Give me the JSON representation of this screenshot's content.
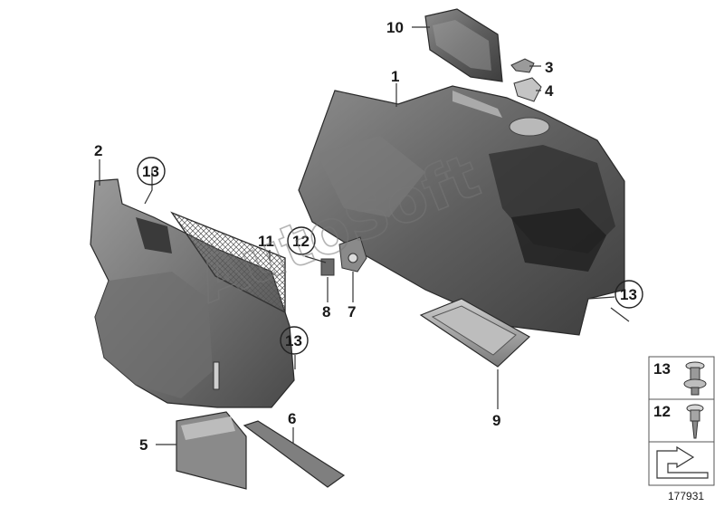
{
  "diagram": {
    "watermark": "AutoSoft",
    "drawing_number": "177931",
    "callouts": [
      {
        "id": "c1",
        "label": "1"
      },
      {
        "id": "c2",
        "label": "2"
      },
      {
        "id": "c3",
        "label": "3"
      },
      {
        "id": "c4",
        "label": "4"
      },
      {
        "id": "c5",
        "label": "5"
      },
      {
        "id": "c6",
        "label": "6"
      },
      {
        "id": "c7",
        "label": "7"
      },
      {
        "id": "c8",
        "label": "8"
      },
      {
        "id": "c9",
        "label": "9"
      },
      {
        "id": "c10",
        "label": "10"
      },
      {
        "id": "c11",
        "label": "11"
      },
      {
        "id": "c12",
        "label": "12"
      },
      {
        "id": "c13a",
        "label": "13"
      },
      {
        "id": "c13b",
        "label": "13"
      },
      {
        "id": "c13c",
        "label": "13"
      }
    ],
    "legend": [
      {
        "label": "13"
      },
      {
        "label": "12"
      }
    ]
  }
}
